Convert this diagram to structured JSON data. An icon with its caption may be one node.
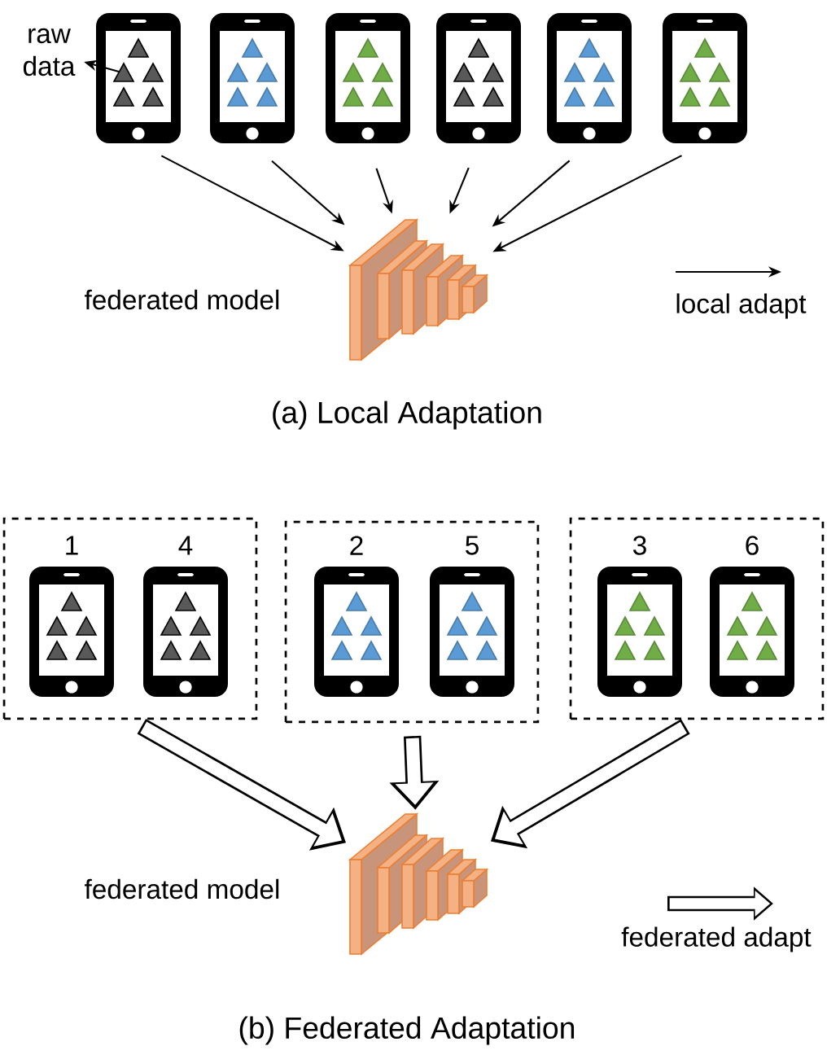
{
  "diagram": {
    "nodes": [
      {
        "text": [],
        "shape": "phone"
      },
      {
        "text": [],
        "shape": "phone"
      },
      {
        "text": [],
        "shape": "phone"
      },
      {
        "text": [],
        "shape": "phone"
      },
      {
        "text": [],
        "shape": "phone"
      },
      {
        "text": [],
        "shape": "phone"
      },
      {
        "text": [
          "raw data"
        ]
      },
      {
        "text": [],
        "shape": "picture",
        "beside": [
          "federated model"
        ]
      },
      {
        "text": [],
        "shape": "box"
      },
      {
        "text": [],
        "shape": "phone",
        "in": 8,
        "beside": [
          "1"
        ]
      },
      {
        "text": [],
        "shape": "phone",
        "in": 8,
        "beside": [
          "4"
        ]
      },
      {
        "text": [],
        "shape": "box"
      },
      {
        "text": [],
        "shape": "phone",
        "in": 11,
        "beside": [
          "2"
        ]
      },
      {
        "text": [],
        "shape": "phone",
        "in": 11,
        "beside": [
          "5"
        ]
      },
      {
        "text": [],
        "shape": "box"
      },
      {
        "text": [],
        "shape": "phone",
        "in": 14,
        "beside": [
          "3"
        ]
      },
      {
        "text": [],
        "shape": "phone",
        "in": 14,
        "beside": [
          "6"
        ]
      },
      {
        "text": [],
        "shape": "picture",
        "beside": [
          "federated model"
        ]
      }
    ],
    "edges": [
      {
        "from": 0,
        "to": 6,
        "arrow": "to"
      },
      {
        "from": 0,
        "to": 7,
        "arrow": "to"
      },
      {
        "from": 1,
        "to": 7,
        "arrow": "to"
      },
      {
        "from": 2,
        "to": 7,
        "arrow": "to"
      },
      {
        "from": 3,
        "to": 7,
        "arrow": "to"
      },
      {
        "from": 4,
        "to": 7,
        "arrow": "to"
      },
      {
        "from": 5,
        "to": 7,
        "arrow": "to"
      },
      {
        "from": 8,
        "to": 17,
        "arrow": "to",
        "style": "thick"
      },
      {
        "from": 11,
        "to": 17,
        "arrow": "to",
        "style": "thick"
      },
      {
        "from": 14,
        "to": 17,
        "arrow": "to",
        "style": "thick"
      }
    ],
    "labels": [
      "(a) Local Adaptation",
      "(b) Federated Adaptation"
    ],
    "legend": [
      {
        "text": "local adapt"
      },
      {
        "text": "federated adapt"
      }
    ]
  }
}
